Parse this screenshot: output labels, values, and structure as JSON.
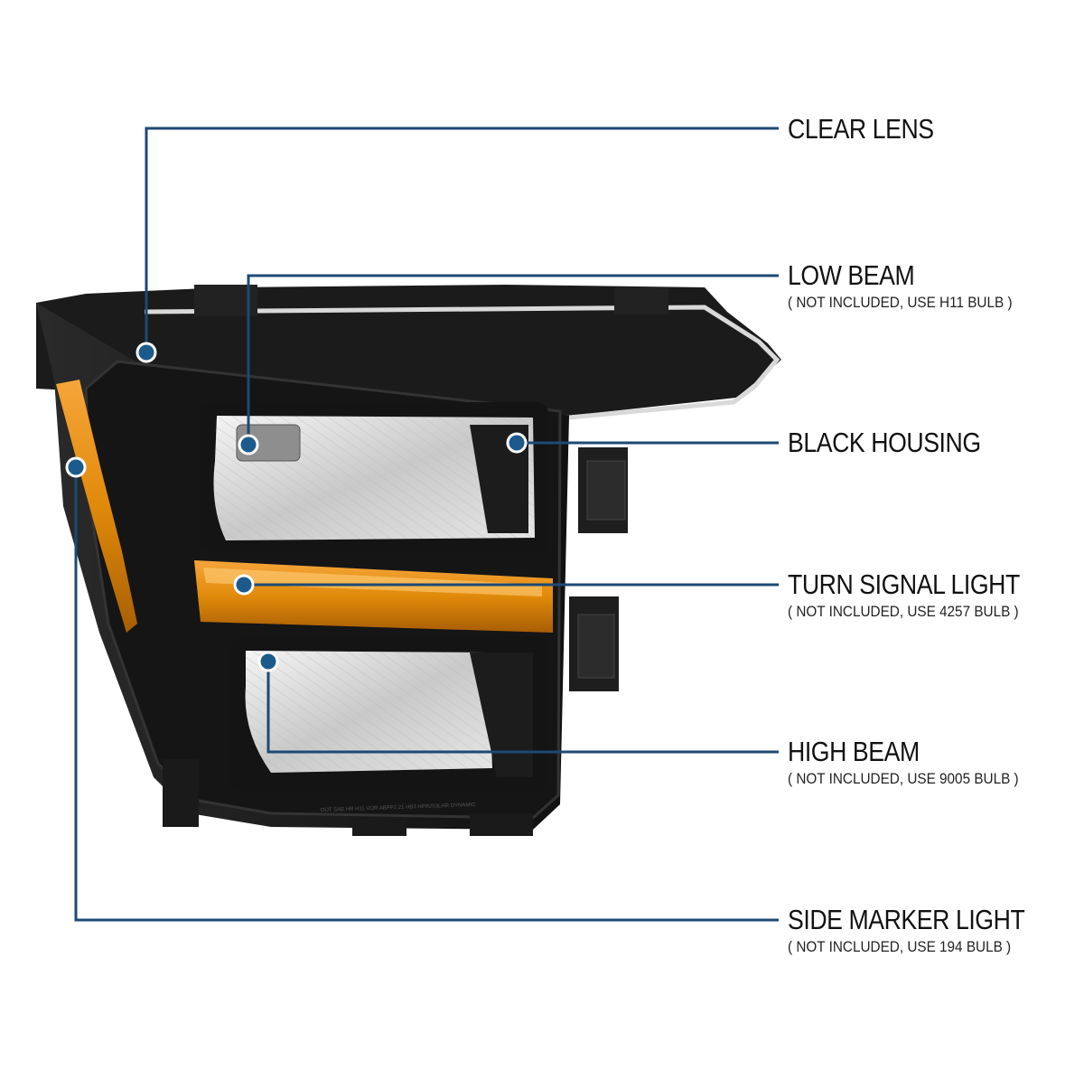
{
  "colors": {
    "leader": "#1c4a73",
    "dot": "#1c5a8c",
    "amber": "#e08a0a",
    "housing": "#1a1a1a"
  },
  "callouts": [
    {
      "id": "clear-lens",
      "title": "CLEAR LENS",
      "note": ""
    },
    {
      "id": "low-beam",
      "title": "LOW BEAM",
      "note": "( NOT INCLUDED, USE  H11  BULB )"
    },
    {
      "id": "black-housing",
      "title": "BLACK HOUSING",
      "note": ""
    },
    {
      "id": "turn-signal-light",
      "title": "TURN SIGNAL LIGHT",
      "note": "( NOT INCLUDED, USE  4257  BULB )"
    },
    {
      "id": "high-beam",
      "title": "HIGH BEAM",
      "note": "( NOT INCLUDED, USE  9005  BULB )"
    },
    {
      "id": "side-marker-light",
      "title": "SIDE MARKER LIGHT",
      "note": "( NOT INCLUDED, USE  194  BULB )"
    }
  ],
  "housing_print": "DOT SAE HR H11 VOR ABPP2 21 HB3 HPR253LHR DYNAMIC"
}
